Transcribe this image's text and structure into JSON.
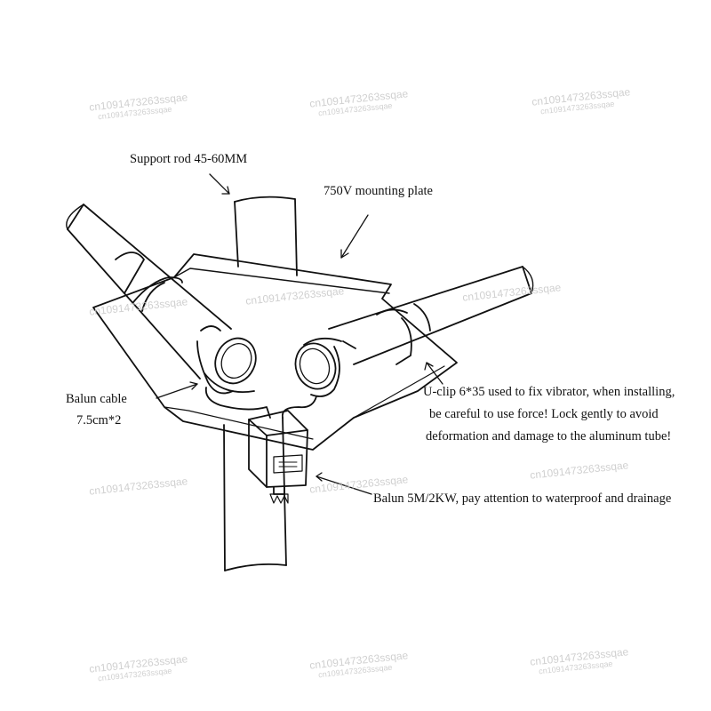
{
  "labels": {
    "support_rod": "Support rod 45-60MM",
    "mounting_plate": "750V mounting plate",
    "balun_cable_line1": "Balun cable",
    "balun_cable_line2": "7.5cm*2",
    "uclip_line1": "U-clip 6*35 used to fix vibrator, when installing,",
    "uclip_line2": "be careful to use force! Lock gently to avoid",
    "uclip_line3": "deformation and damage to the aluminum tube!",
    "balun": "Balun 5M/2KW, pay attention to waterproof and drainage"
  },
  "watermark": {
    "text": "cn1091473263ssqae",
    "subtext": "cn1091473263ssqae"
  },
  "colors": {
    "ink": "#111111",
    "paper": "#ffffff",
    "watermark": "#c8c8c8"
  }
}
